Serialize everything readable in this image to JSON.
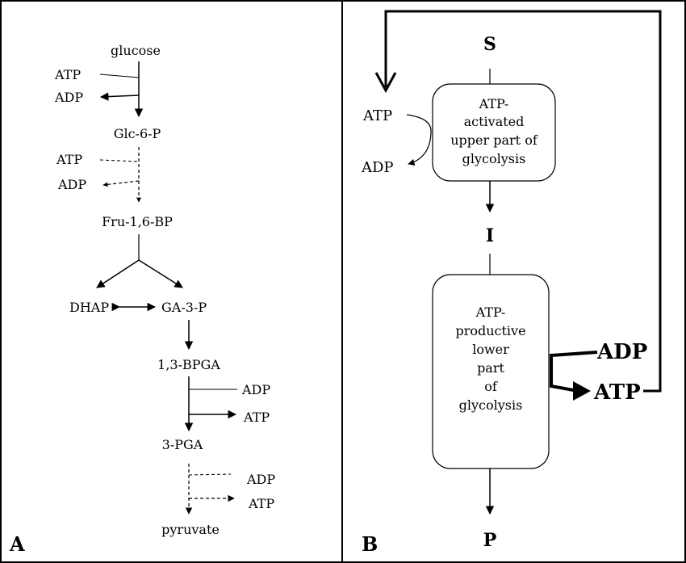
{
  "panel_a": {
    "letter": "A",
    "glucose": "glucose",
    "atp1": "ATP",
    "adp1": "ADP",
    "g6p": "Glc-6-P",
    "atp2": "ATP",
    "adp2": "ADP",
    "fbp": "Fru-1,6-BP",
    "dhap": "DHAP",
    "ga3p": "GA-3-P",
    "bpga": "1,3-BPGA",
    "adp3": "ADP",
    "atp3": "ATP",
    "pga": "3-PGA",
    "adp4": "ADP",
    "atp4": "ATP",
    "pyruvate": "pyruvate"
  },
  "panel_b": {
    "letter": "B",
    "s": "S",
    "atp_in": "ATP",
    "adp_out": "ADP",
    "upper_box": [
      "ATP-",
      "activated",
      "upper part of",
      "glycolysis"
    ],
    "i": "I",
    "lower_box": [
      "ATP-",
      "productive",
      "lower",
      "part",
      "of",
      "glycolysis"
    ],
    "adp_in": "ADP",
    "atp_out": "ATP",
    "p": "P"
  }
}
